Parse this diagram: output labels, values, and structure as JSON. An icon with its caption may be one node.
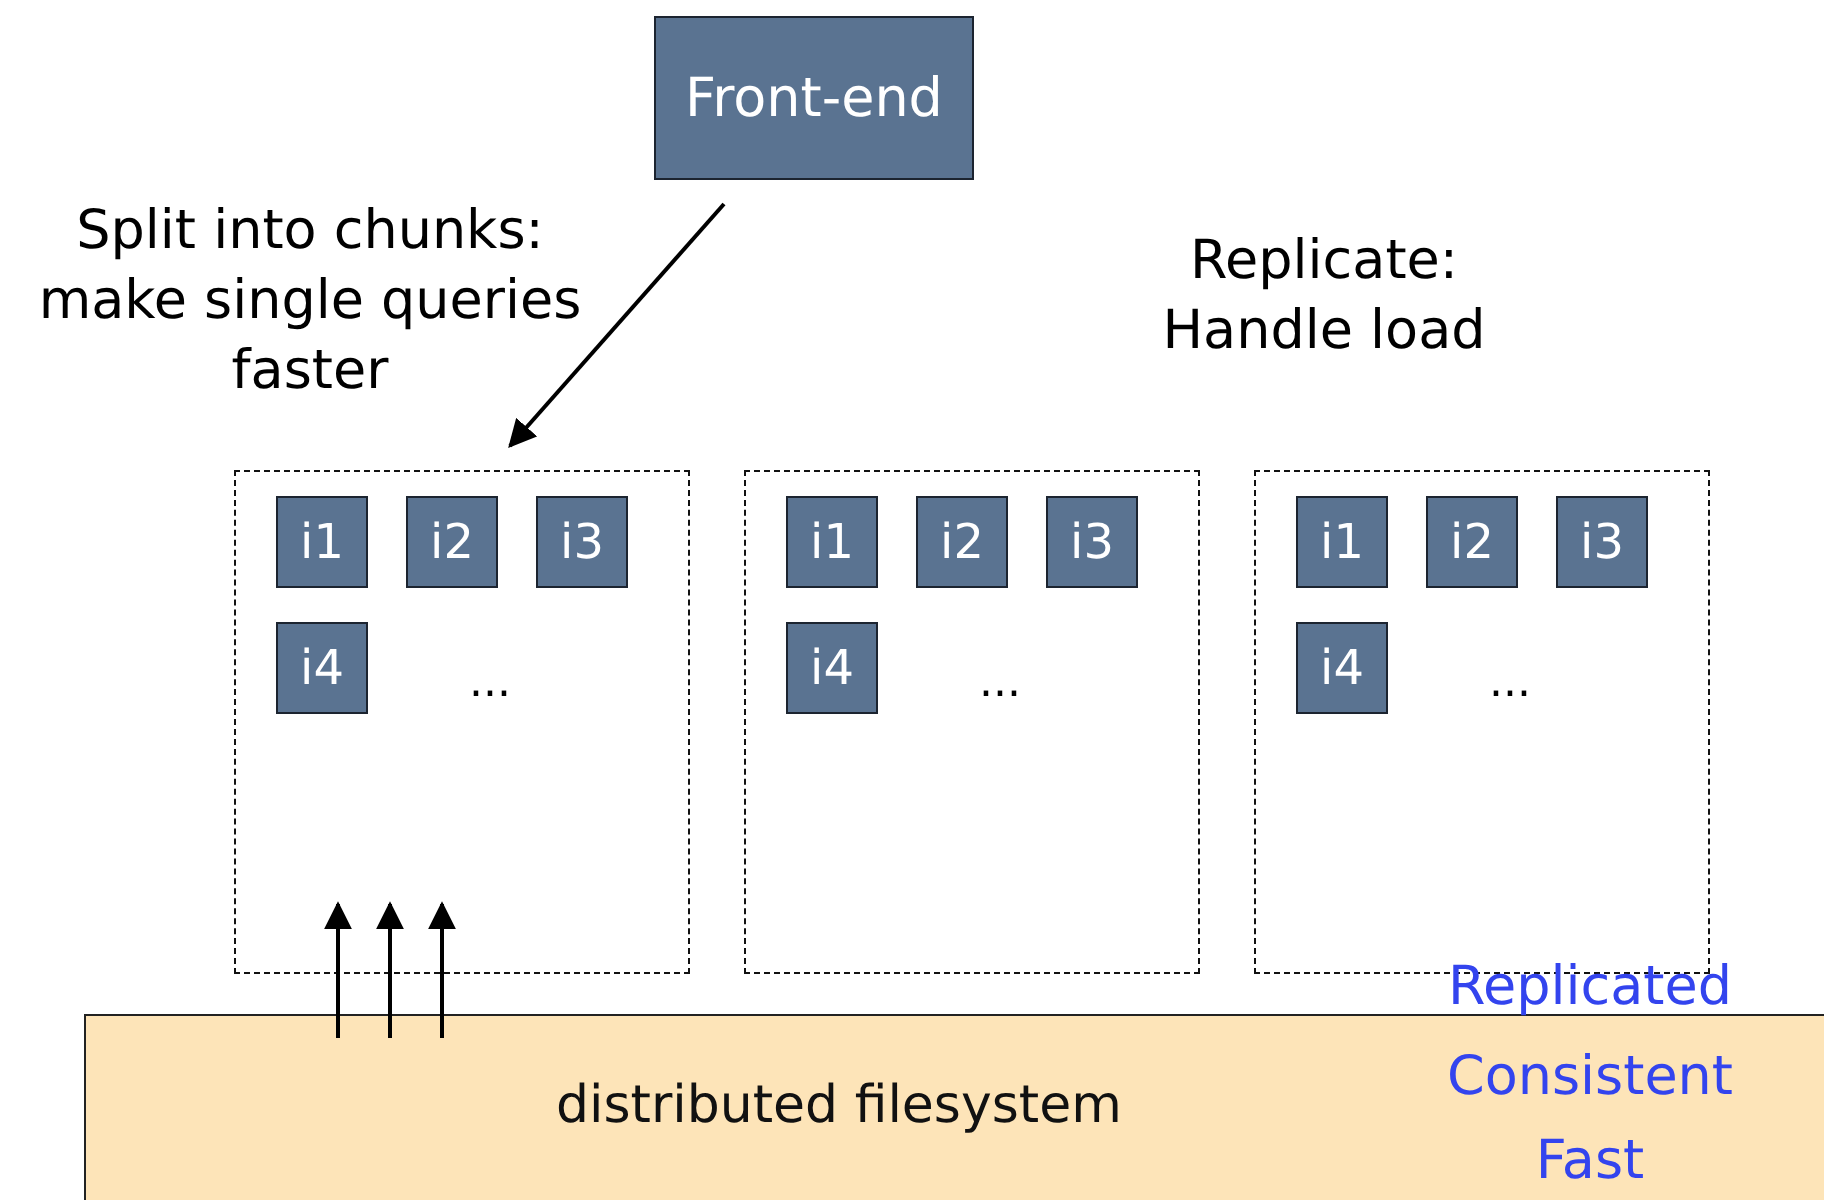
{
  "diagram": {
    "nodes": [
      {
        "text": [
          "Front-end"
        ]
      },
      {
        "text": [],
        "shape": "box"
      },
      {
        "text": [
          "i1"
        ],
        "in": 1
      },
      {
        "text": [
          "i2"
        ],
        "in": 1
      },
      {
        "text": [
          "i3"
        ],
        "in": 1
      },
      {
        "text": [
          "i4"
        ],
        "in": 1
      },
      {
        "text": [],
        "shape": "box"
      },
      {
        "text": [
          "i1"
        ],
        "in": 6
      },
      {
        "text": [
          "i2"
        ],
        "in": 6
      },
      {
        "text": [
          "i3"
        ],
        "in": 6
      },
      {
        "text": [
          "i4"
        ],
        "in": 6
      },
      {
        "text": [],
        "shape": "box"
      },
      {
        "text": [
          "i1"
        ],
        "in": 11
      },
      {
        "text": [
          "i2"
        ],
        "in": 11
      },
      {
        "text": [
          "i3"
        ],
        "in": 11
      },
      {
        "text": [
          "i4"
        ],
        "in": 11
      },
      {
        "text": [
          "distributed filesystem"
        ]
      }
    ],
    "edges": [
      {
        "from": 0,
        "to": 1,
        "arrow": "to"
      },
      {
        "from": 16,
        "to": 1,
        "arrow": "to"
      },
      {
        "from": 16,
        "to": 1,
        "arrow": "to"
      },
      {
        "from": 16,
        "to": 1,
        "arrow": "to"
      }
    ],
    "labels": [
      "Split into chunks: make single queries faster",
      "Replicate: Handle load",
      "...",
      "...",
      "...",
      "Replicated",
      "Consistent",
      "Fast"
    ]
  }
}
